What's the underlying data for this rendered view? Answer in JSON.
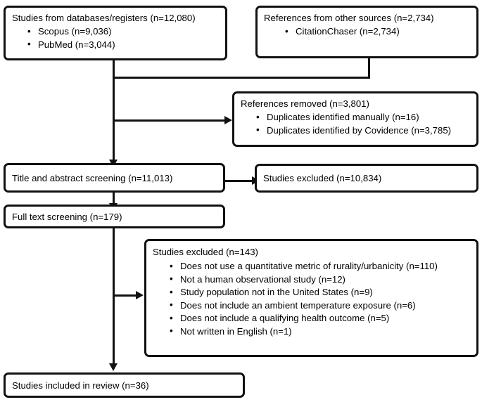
{
  "diagram": {
    "type": "prisma-flow-diagram",
    "line_color": "#111111",
    "background": "#ffffff",
    "boxes": {
      "databases": {
        "head": "Studies from databases/registers (n=12,080)",
        "bullets": [
          "Scopus (n=9,036)",
          "PubMed (n=3,044)"
        ]
      },
      "other_sources": {
        "head": "References from other sources (n=2,734)",
        "bullets": [
          "CitationChaser (n=2,734)"
        ]
      },
      "references_removed": {
        "head": "References removed (n=3,801)",
        "bullets": [
          "Duplicates identified manually (n=16)",
          "Duplicates identified by Covidence (n=3,785)"
        ]
      },
      "title_abstract_screening": {
        "head": "Title and abstract screening (n=11,013)"
      },
      "studies_excluded_screening": {
        "head": "Studies excluded (n=10,834)"
      },
      "full_text_screening": {
        "head": "Full text screening (n=179)"
      },
      "studies_excluded_fulltext": {
        "head": "Studies excluded (n=143)",
        "bullets": [
          "Does not use a quantitative metric of rurality/urbanicity (n=110)",
          "Not a human observational study (n=12)",
          "Study population not in the United States (n=9)",
          "Does not include an ambient temperature exposure (n=6)",
          "Does not include a qualifying health outcome (n=5)",
          "Not written in English (n=1)"
        ]
      },
      "included": {
        "head": "Studies included in review (n=36)"
      }
    },
    "counts": {
      "databases_total": 12080,
      "scopus": 9036,
      "pubmed": 3044,
      "other_sources_total": 2734,
      "citationchaser": 2734,
      "references_removed_total": 3801,
      "duplicates_manual": 16,
      "duplicates_covidence": 3785,
      "title_abstract_screened": 11013,
      "excluded_at_screening": 10834,
      "full_text_screened": 179,
      "excluded_at_full_text": 143,
      "excl_no_quantitative_metric": 110,
      "excl_not_human_observational": 12,
      "excl_not_us_population": 9,
      "excl_no_temperature_exposure": 6,
      "excl_no_qualifying_outcome": 5,
      "excl_not_english": 1,
      "included_in_review": 36
    }
  }
}
